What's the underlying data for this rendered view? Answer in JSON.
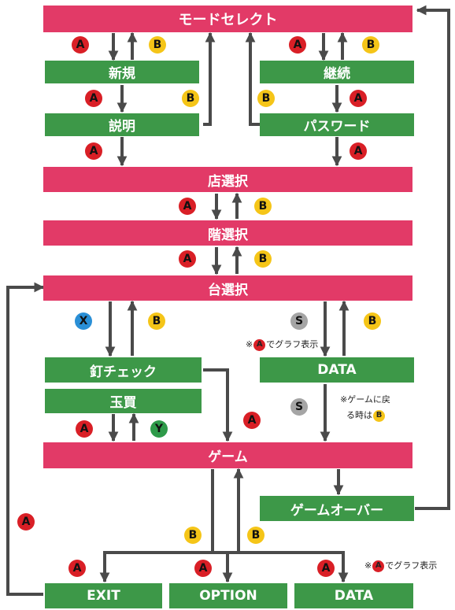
{
  "nodes": {
    "mode_select": "モードセレクト",
    "new": "新規",
    "continue": "継続",
    "explanation": "説明",
    "password": "パスワード",
    "store_select": "店選択",
    "floor_select": "階選択",
    "machine_select": "台選択",
    "nail_check": "釘チェック",
    "buy_balls": "玉買",
    "data_upper": "DATA",
    "game": "ゲーム",
    "game_over": "ゲームオーバー",
    "exit": "EXIT",
    "option": "OPTION",
    "data_lower": "DATA"
  },
  "buttons": {
    "a": "A",
    "b": "B",
    "x": "X",
    "y": "Y",
    "s": "S"
  },
  "notes": {
    "graph_prefix": "※",
    "graph_suffix": "でグラフ表示",
    "return_line1": "※ゲームに戻",
    "return_line2": "る時は"
  },
  "colors": {
    "pink_box": "#e23a67",
    "green_box": "#3d9848",
    "arrow": "#4a4a4a",
    "button_a": "#d91f26",
    "button_b": "#f5c518",
    "button_x": "#2a8fd6",
    "button_y": "#2e9a49",
    "button_s": "#a5a5a5"
  }
}
